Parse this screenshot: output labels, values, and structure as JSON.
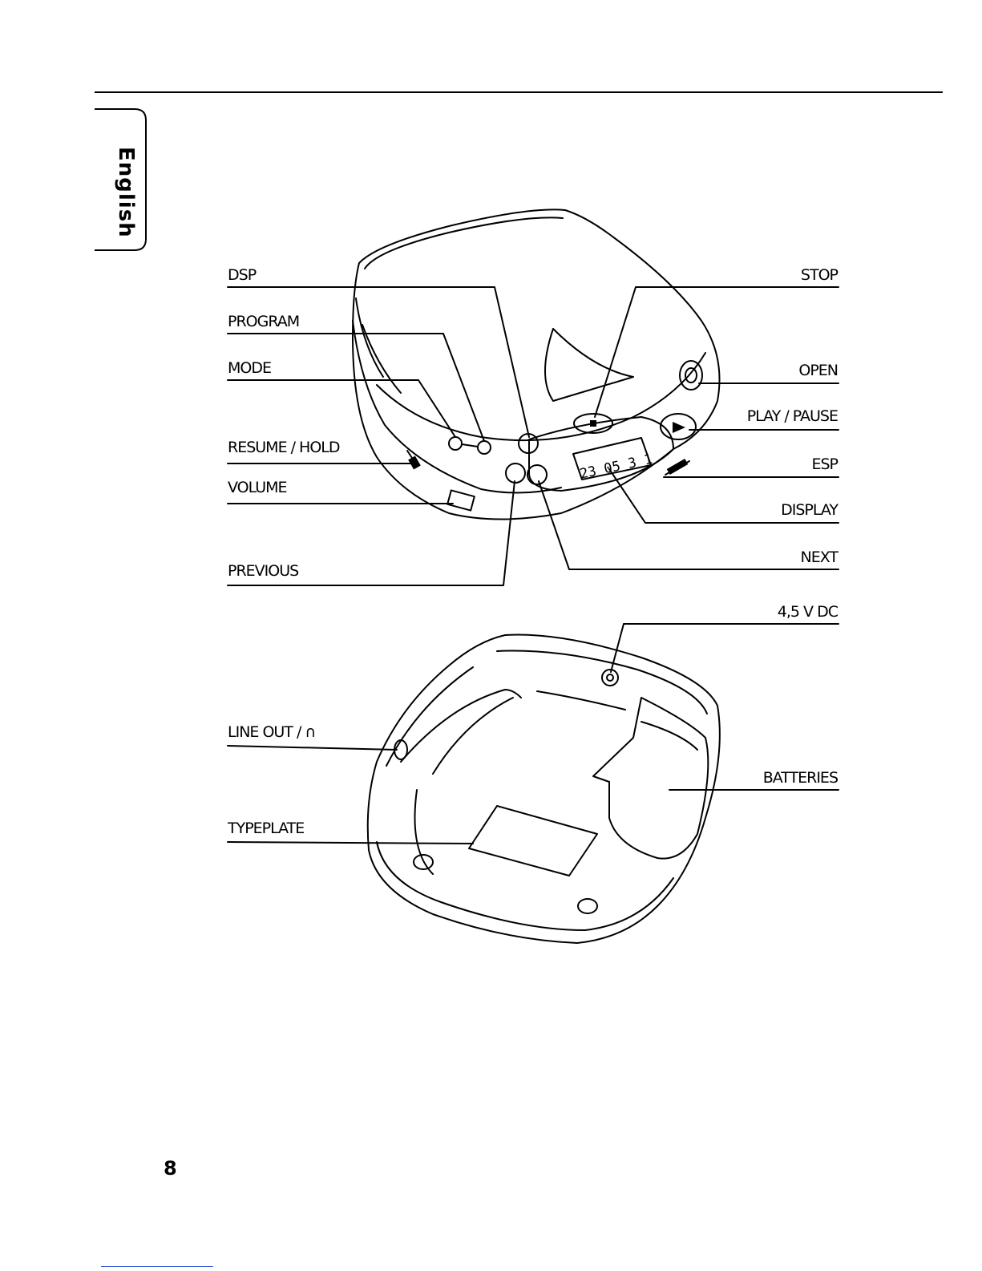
{
  "sidebar": {
    "language_tab": "English"
  },
  "diagram": {
    "top_view": {
      "labels_left": [
        "DSP",
        "PROGRAM",
        "MODE",
        "RESUME / HOLD",
        "VOLUME",
        "PREVIOUS"
      ],
      "labels_right": [
        "STOP",
        "OPEN",
        "PLAY / PAUSE",
        "ESP",
        "DISPLAY",
        "NEXT"
      ]
    },
    "bottom_view": {
      "labels_left": [
        "LINE OUT / ∩",
        "TYPEPLATE"
      ],
      "labels_right": [
        "4,5 V DC",
        "BATTERIES"
      ]
    },
    "device_display_text": "23 05 3 1"
  },
  "footer": {
    "page_number": "8"
  },
  "colors": {
    "ink": "#000000",
    "paper": "#ffffff"
  }
}
